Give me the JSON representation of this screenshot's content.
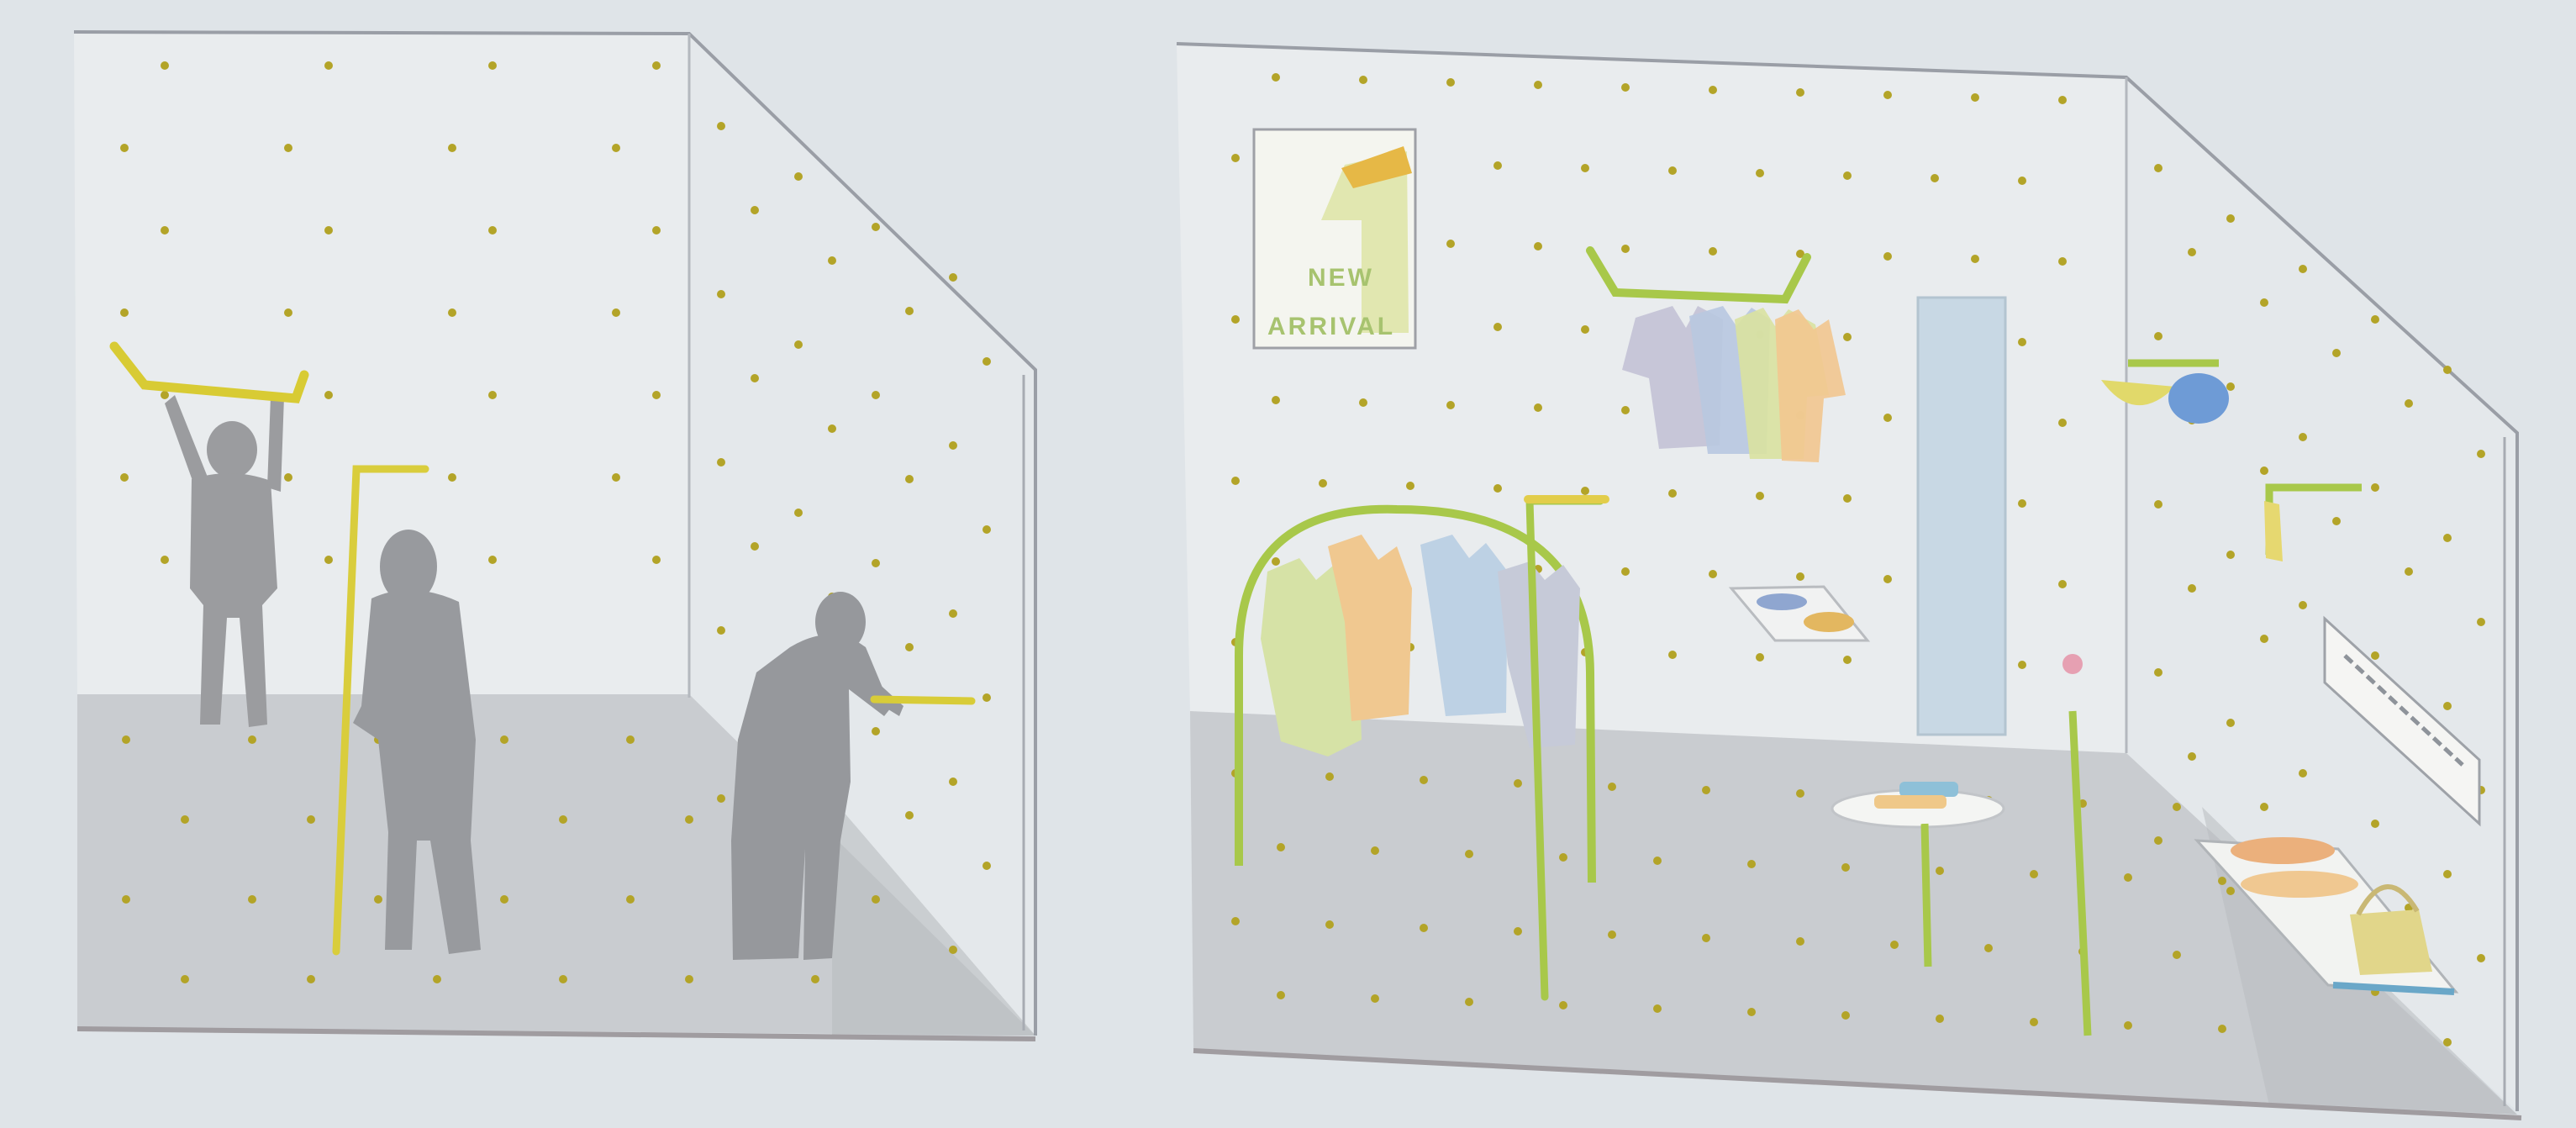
{
  "colors": {
    "background": "#dfe4e8",
    "wall": "#e9ecee",
    "floor": "#c9ccd0",
    "peg_dot": "#b3a428",
    "rod_green": "#a8c84a",
    "rod_yellow": "#e3cc3c",
    "silhouette": "#9b9c9f",
    "outline": "#9a9ea6"
  },
  "panels": [
    {
      "name": "empty-pegboard-room",
      "figures": [
        "person-hanging-rod",
        "person-holding-pole",
        "person-placing-shelf"
      ]
    },
    {
      "name": "furnished-pegboard-store",
      "poster": {
        "line1": "NEW",
        "line2": "ARRIVAL"
      },
      "fixtures": [
        "hanging-rail-with-shirts",
        "arch-clothes-rack",
        "mirror",
        "round-table",
        "wall-shelf-with-bowls",
        "display-stand-with-baskets",
        "sign-board"
      ]
    }
  ]
}
